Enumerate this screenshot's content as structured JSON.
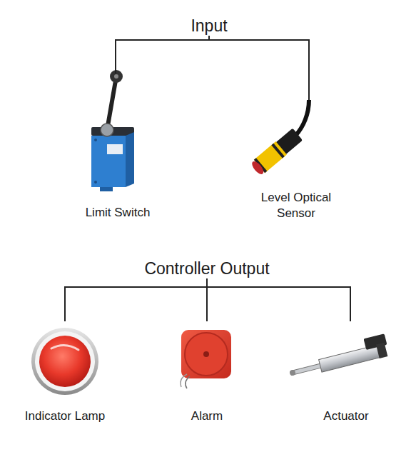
{
  "diagram": {
    "nodes": [
      {
        "text": [
          "Input"
        ]
      },
      {
        "text": [
          "Limit Switch"
        ]
      },
      {
        "text": [
          "Level Optical Sensor"
        ]
      },
      {
        "text": [
          "Controller Output"
        ]
      },
      {
        "text": [
          "Indicator Lamp"
        ]
      },
      {
        "text": [
          "Alarm"
        ]
      },
      {
        "text": [
          "Actuator"
        ]
      }
    ],
    "edges": [
      {
        "from": 0,
        "to": 1,
        "arrow": "none"
      },
      {
        "from": 0,
        "to": 2,
        "arrow": "none"
      },
      {
        "from": 3,
        "to": 4,
        "arrow": "none"
      },
      {
        "from": 3,
        "to": 5,
        "arrow": "none"
      },
      {
        "from": 3,
        "to": 6,
        "arrow": "none"
      }
    ]
  }
}
